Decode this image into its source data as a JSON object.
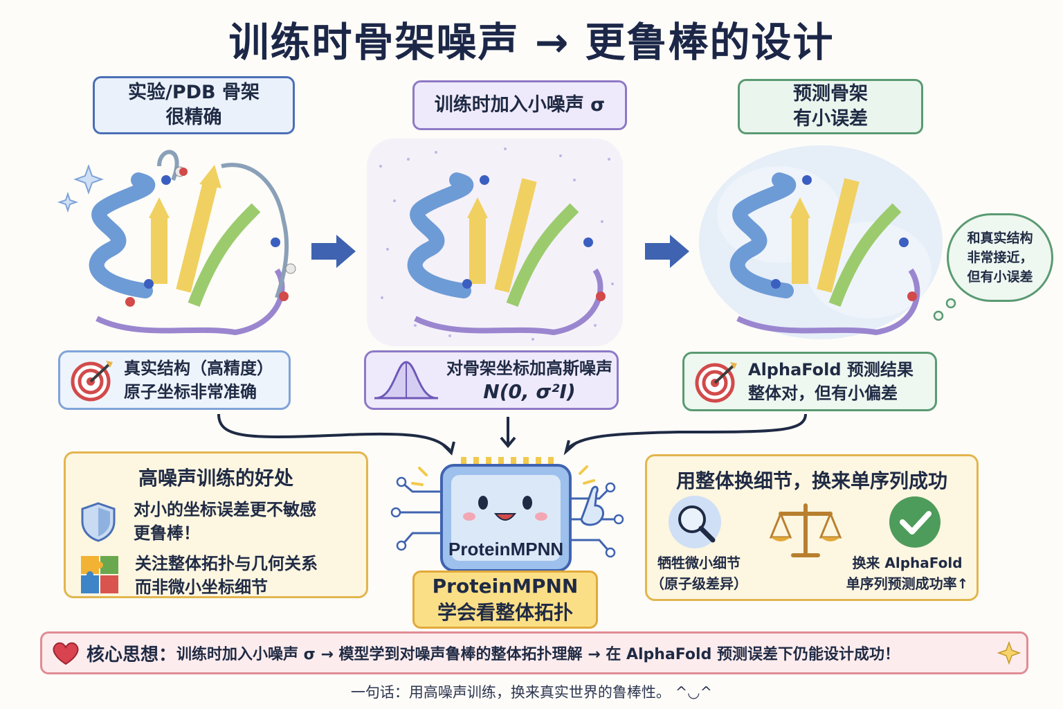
{
  "title": "训练时骨架噪声 → 更鲁棒的设计",
  "panels": {
    "left": {
      "label_line1": "实验/PDB 骨架",
      "label_line2": "很精确",
      "desc_line1": "真实结构（高精度）",
      "desc_line2": "原子坐标非常准确"
    },
    "middle": {
      "label": "训练时加入小噪声 σ",
      "desc_line1": "对骨架坐标加高斯噪声",
      "desc_line2": "N(0, σ²I)"
    },
    "right": {
      "label_line1": "预测骨架",
      "label_line2": "有小误差",
      "desc_line1": "AlphaFold 预测结果",
      "desc_line2": "整体对，但有小偏差"
    }
  },
  "bubble": {
    "line1": "和真实结构",
    "line2": "非常接近，",
    "line3": "但有小误差"
  },
  "benefits": {
    "title": "高噪声训练的好处",
    "item1_line1": "对小的坐标误差更不敏感",
    "item1_line2": "更鲁棒！",
    "item2_line1": "关注整体拓扑与几何关系",
    "item2_line2": "而非微小坐标细节"
  },
  "model": {
    "chip_label": "ProteinMPNN",
    "caption_line1": "ProteinMPNN",
    "caption_line2": "学会看整体拓扑"
  },
  "tradeoff": {
    "title": "用整体换细节，换来单序列成功",
    "left_line1": "牺牲微小细节",
    "left_line2": "（原子级差异）",
    "right_line1": "换来 AlphaFold",
    "right_line2": "单序列预测成功率↑"
  },
  "core": {
    "label": "核心思想：",
    "text": "训练时加入小噪声 σ  →  模型学到对噪声鲁棒的整体拓扑理解  →  在 AlphaFold 预测误差下仍能设计成功！"
  },
  "footer": "一句话：用高噪声训练，换来真实世界的鲁棒性。 ^◡^",
  "colors": {
    "helix": "#6d9bd6",
    "strand_yellow": "#f0d060",
    "strand_green": "#9ccb6e",
    "loop_purple": "#9a86cf",
    "arrow_blue": "#3f63b0"
  }
}
